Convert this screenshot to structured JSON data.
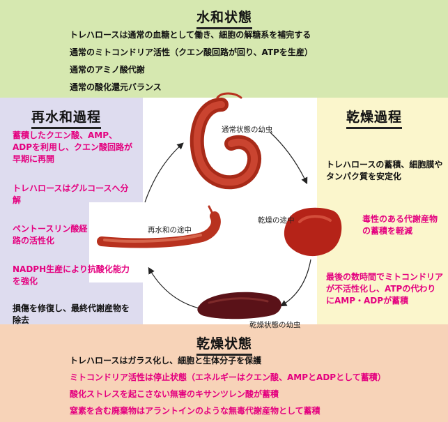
{
  "hydrated": {
    "title": "水和状態",
    "lines": [
      "トレハロースは通常の血糖として働き、細胞の解糖系を補完する",
      "通常のミトコンドリア活性（クエン酸回路が回り、ATPを生産）",
      "通常のアミノ酸代謝",
      "通常の酸化還元バランス"
    ]
  },
  "rehydration": {
    "title": "再水和過程",
    "items": [
      "蓄積したクエン酸、AMP、ADPを利用し、クエン酸回路が早期に再開",
      "トレハロースはグルコースへ分解",
      "ペントースリン酸経路の活性化",
      "NADPH生産により抗酸化能力を強化",
      "損傷を修復し、最終代謝産物を除去"
    ]
  },
  "drying": {
    "title": "乾燥過程",
    "items": [
      "トレハロースの蓄積、細胞膜やタンパク質を安定化",
      "毒性のある代謝産物の蓄積を軽減",
      "最後の数時間でミトコンドリアが不活性化し、ATPの代わりにAMP・ADPが蓄積"
    ]
  },
  "dry": {
    "title": "乾燥状態",
    "lines": [
      "トレハロースはガラス化し、細胞と生体分子を保護",
      "ミトコンドリア活性は停止状態（エネルギーはクエン酸、AMPとADPとして蓄積）",
      "酸化ストレスを起こさない無害のキサンツレン酸が蓄積",
      "窒素を含む廃棄物はアラントインのような無毒代謝産物として蓄積"
    ]
  },
  "cycle": {
    "normal_larva": "通常状態の幼虫",
    "drying_mid": "乾燥の途中",
    "dry_larva": "乾燥状態の幼虫",
    "rehydration_mid": "再水和の途中"
  },
  "colors": {
    "hydrated_bg": "#d6e8b0",
    "rehydration_bg": "#dedcef",
    "drying_bg": "#fbf6cc",
    "dry_bg": "#f7d3b8",
    "accent_magenta": "#e4007f",
    "larva_red": "#c0341f"
  }
}
